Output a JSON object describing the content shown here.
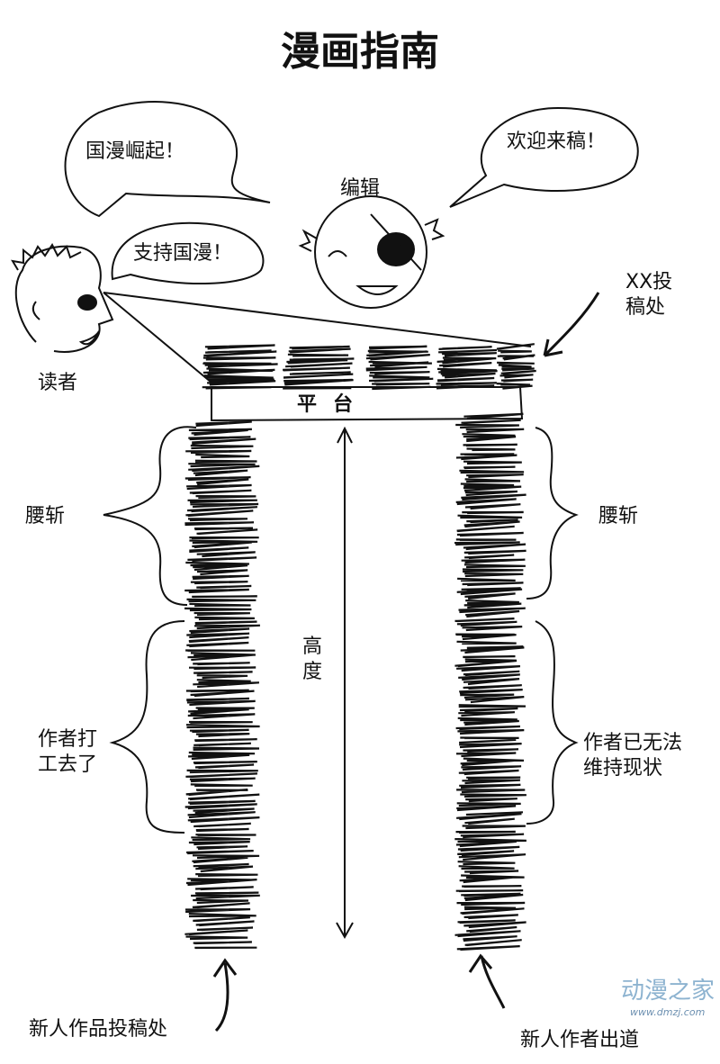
{
  "title": "漫画指南",
  "bubbles": {
    "reader_1": "国漫崛起！",
    "reader_2": "支持国漫！",
    "editor": "欢迎来稿！"
  },
  "labels": {
    "editor": "编辑",
    "reader": "读者",
    "submission": "XX投\n稿处",
    "platform": "平台",
    "height": "高\n度",
    "cut_left": "腰斩",
    "cut_right": "腰斩",
    "left_quit": "作者打\n工去了",
    "right_quit": "作者已无法\n维持现状",
    "new_works": "新人作品投稿处",
    "new_authors": "新人作者出道"
  },
  "watermark": {
    "name": "动漫之家",
    "url": "www.dmzj.com"
  }
}
